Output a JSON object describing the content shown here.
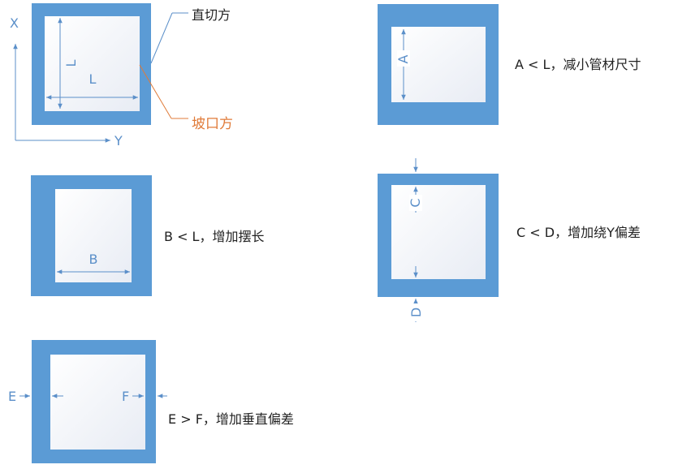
{
  "colors": {
    "tube": "#5b9bd5",
    "inner": "#ffffff",
    "dim": "#5b8fc9",
    "text": "#222222",
    "bevel": "#e07b39"
  },
  "axes": {
    "x_label": "X",
    "y_label": "Y"
  },
  "figure1": {
    "length_label": "L",
    "height_label": "L",
    "straight_cut": "直切方",
    "bevel_cut": "坡口方"
  },
  "figure2": {
    "dim_label": "A",
    "caption": "A < L，减小管材尺寸"
  },
  "figure3": {
    "dim_label": "B",
    "caption": "B < L，增加摆长"
  },
  "figure4": {
    "dim_top_label": "C",
    "dim_bottom_label": "D",
    "caption": "C < D，增加绕Y偏差"
  },
  "figure5": {
    "dim_left_label": "E",
    "dim_right_label": "F",
    "caption": "E > F，增加垂直偏差"
  }
}
